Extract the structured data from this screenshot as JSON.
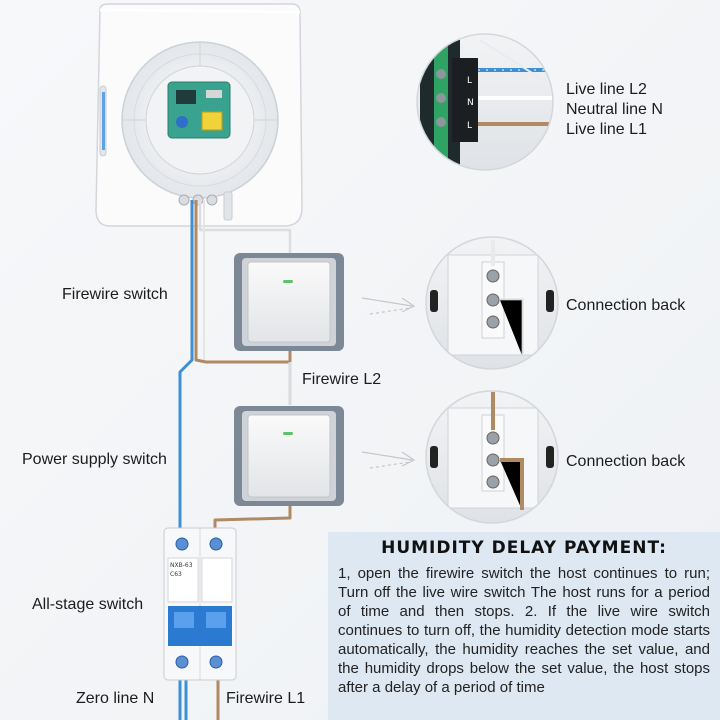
{
  "labels": {
    "live_l2": "Live line L2",
    "neutral_n": "Neutral line N",
    "live_l1": "Live line L1",
    "firewire_switch": "Firewire switch",
    "connection_back_1": "Connection back",
    "firewire_l2": "Firewire L2",
    "power_supply_switch": "Power supply switch",
    "connection_back_2": "Connection back",
    "all_stage_switch": "All-stage switch",
    "zero_line_n": "Zero line N",
    "firewire_l1": "Firewire L1"
  },
  "breaker": {
    "model": "NXB-63",
    "rating": "C63"
  },
  "terminal_letters": [
    "L",
    "N",
    "L"
  ],
  "humidity": {
    "title": "HUMIDITY DELAY PAYMENT:",
    "body": "1, open the firewire switch the host continues to run; Turn off the live wire switch The host runs for a period of time and then stops. 2. If the live wire switch continues to turn off, the humidity detection mode starts automatically, the humidity reaches the set value, and the humidity drops below the set value, the host stops after a delay of a period of time"
  },
  "colors": {
    "wire_blue": "#3d8fd6",
    "wire_brown": "#b08a63",
    "wire_white": "#e8e8e8",
    "panel_bg": "#dde8f3",
    "breaker_blue": "#2a7ad2"
  }
}
